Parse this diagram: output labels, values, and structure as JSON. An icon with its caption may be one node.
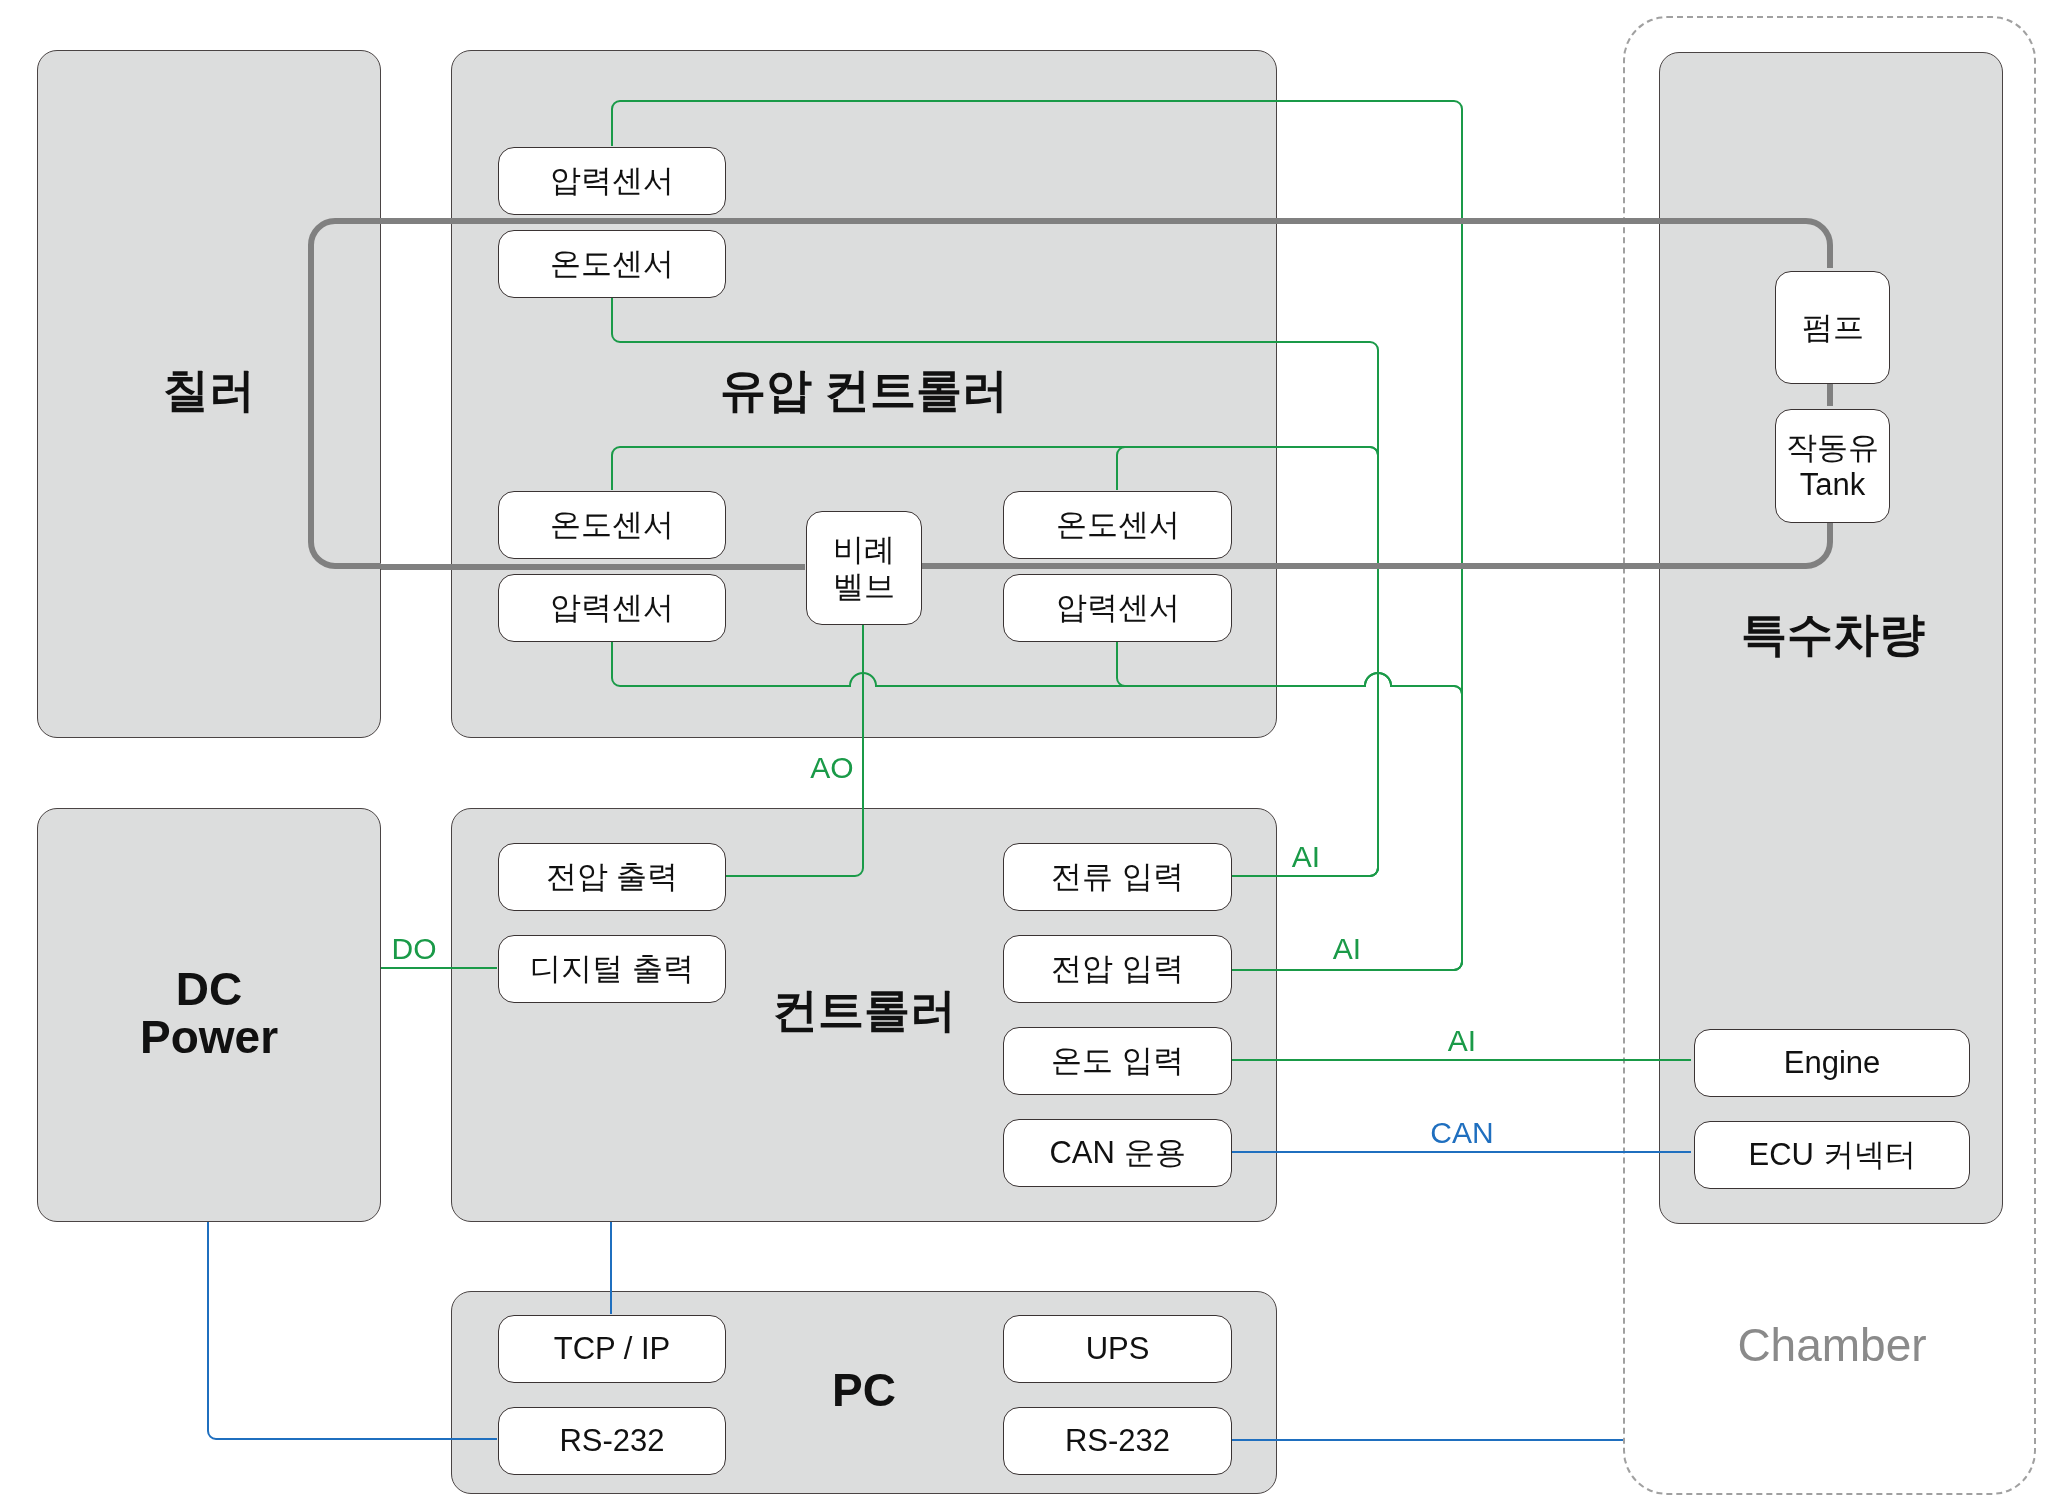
{
  "diagram": {
    "nodes": [
      {
        "text": [
          "칠러"
        ]
      },
      {
        "text": [
          "유압 컨트롤러"
        ]
      },
      {
        "text": [
          "압력센서"
        ],
        "in": 1
      },
      {
        "text": [
          "온도센서"
        ],
        "in": 1
      },
      {
        "text": [
          "온도센서"
        ],
        "in": 1
      },
      {
        "text": [
          "비례벨브"
        ],
        "in": 1
      },
      {
        "text": [
          "온도센서"
        ],
        "in": 1
      },
      {
        "text": [
          "압력센서"
        ],
        "in": 1
      },
      {
        "text": [
          "압력센서"
        ],
        "in": 1
      },
      {
        "text": [
          "Chamber"
        ]
      },
      {
        "text": [
          "특수차량"
        ],
        "in": 9
      },
      {
        "text": [
          "펌프"
        ],
        "in": 10
      },
      {
        "text": [
          "작동유 Tank"
        ],
        "in": 10
      },
      {
        "text": [
          "Engine"
        ],
        "in": 10
      },
      {
        "text": [
          "ECU 커넥터"
        ],
        "in": 10
      },
      {
        "text": [
          "DC Power"
        ]
      },
      {
        "text": [
          "컨트롤러"
        ]
      },
      {
        "text": [
          "전압 출력"
        ],
        "in": 16
      },
      {
        "text": [
          "디지털 출력"
        ],
        "in": 16
      },
      {
        "text": [
          "전류 입력"
        ],
        "in": 16
      },
      {
        "text": [
          "전압 입력"
        ],
        "in": 16
      },
      {
        "text": [
          "온도 입력"
        ],
        "in": 16
      },
      {
        "text": [
          "CAN 운용"
        ],
        "in": 16
      },
      {
        "text": [
          "PC"
        ]
      },
      {
        "text": [
          "TCP / IP"
        ],
        "in": 23
      },
      {
        "text": [
          "RS-232"
        ],
        "in": 23
      },
      {
        "text": [
          "UPS"
        ],
        "in": 23
      },
      {
        "text": [
          "RS-232"
        ],
        "in": 23
      }
    ],
    "edges": [
      {
        "from": 2,
        "to": 20,
        "arrow": "none",
        "label": "AI"
      },
      {
        "from": 7,
        "to": 20,
        "arrow": "none"
      },
      {
        "from": 8,
        "to": 20,
        "arrow": "none"
      },
      {
        "from": 3,
        "to": 19,
        "arrow": "none",
        "label": "AI"
      },
      {
        "from": 4,
        "to": 19,
        "arrow": "none"
      },
      {
        "from": 6,
        "to": 19,
        "arrow": "none"
      },
      {
        "from": 5,
        "to": 17,
        "arrow": "none",
        "label": "AO"
      },
      {
        "from": 15,
        "to": 18,
        "arrow": "none",
        "label": "DO"
      },
      {
        "from": 21,
        "to": 13,
        "arrow": "none",
        "label": "AI"
      },
      {
        "from": 22,
        "to": 14,
        "arrow": "none",
        "label": "CAN",
        "color": "#1f6fbf"
      },
      {
        "from": 16,
        "to": 24,
        "arrow": "none",
        "color": "#1f6fbf"
      },
      {
        "from": 15,
        "to": 25,
        "arrow": "none",
        "color": "#1f6fbf"
      },
      {
        "from": 27,
        "to": 9,
        "arrow": "none",
        "color": "#1f6fbf"
      },
      {
        "from": 0,
        "to": 11,
        "arrow": "none",
        "style": "thick",
        "color": "#808080"
      },
      {
        "from": 11,
        "to": 12,
        "arrow": "none",
        "style": "thick",
        "color": "#808080"
      },
      {
        "from": 12,
        "to": 5,
        "arrow": "none",
        "style": "thick",
        "color": "#808080"
      },
      {
        "from": 5,
        "to": 0,
        "arrow": "none",
        "style": "thick",
        "color": "#808080"
      }
    ]
  }
}
